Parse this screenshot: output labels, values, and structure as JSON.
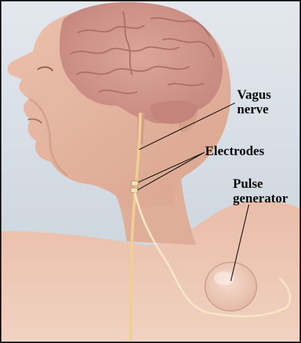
{
  "labels": {
    "vagus_line1": "Vagus",
    "vagus_line2": "nerve",
    "electrodes": "Electrodes",
    "pulse_line1": "Pulse",
    "pulse_line2": "generator"
  },
  "colors": {
    "background_top": "#dfe5ec",
    "background_bottom": "#c9d1da",
    "skin": "#e6b7a1",
    "skin_shadow": "#d39c86",
    "brain": "#d4978e",
    "brain_fold": "#b87a72",
    "nerve": "#f3d49a",
    "lead_wire": "#f7e6c4",
    "leader_line": "#111111"
  }
}
